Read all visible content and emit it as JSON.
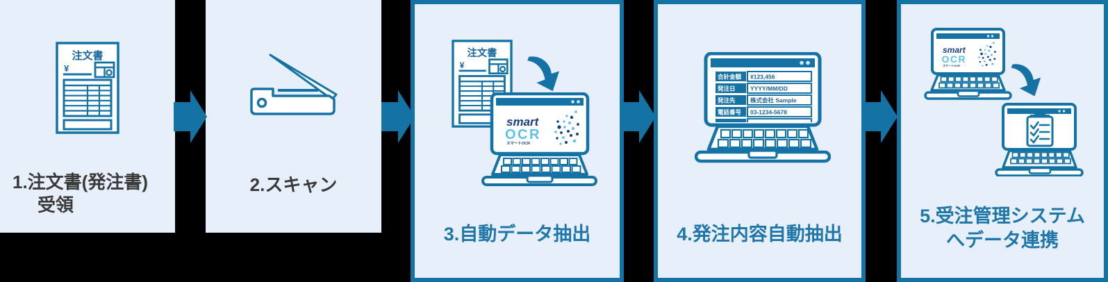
{
  "colors": {
    "panel_bg": "#e7f0fa",
    "accent_blue": "#1572a5",
    "step_1_2_text": "#3a3a3a",
    "step_3_4_5_text": "#1e76a9",
    "logo_navy": "#173f7d",
    "logo_light_blue": "#5bc2e9"
  },
  "steps": [
    {
      "lines": [
        "1.注文書(発注書)",
        "受領"
      ]
    },
    {
      "lines": [
        "2.スキャン"
      ]
    },
    {
      "lines": [
        "3.自動データ抽出"
      ]
    },
    {
      "lines": [
        "4.発注内容自動抽出"
      ]
    },
    {
      "lines": [
        "5.受注管理システム",
        "へデータ連携"
      ]
    }
  ],
  "document_icon": {
    "title": "注文書",
    "currency": "¥"
  },
  "logo": {
    "smart": "smart",
    "ocr": "OCR",
    "sub": "スマートOCR"
  },
  "order_table": {
    "rows": [
      {
        "label": "合計金額",
        "value": "¥123,456"
      },
      {
        "label": "発注日",
        "value": "YYYY/MM/DD"
      },
      {
        "label": "発注先",
        "value": "株式会社 Sample"
      },
      {
        "label": "電話番号",
        "value": "03-1234-5678"
      }
    ]
  }
}
